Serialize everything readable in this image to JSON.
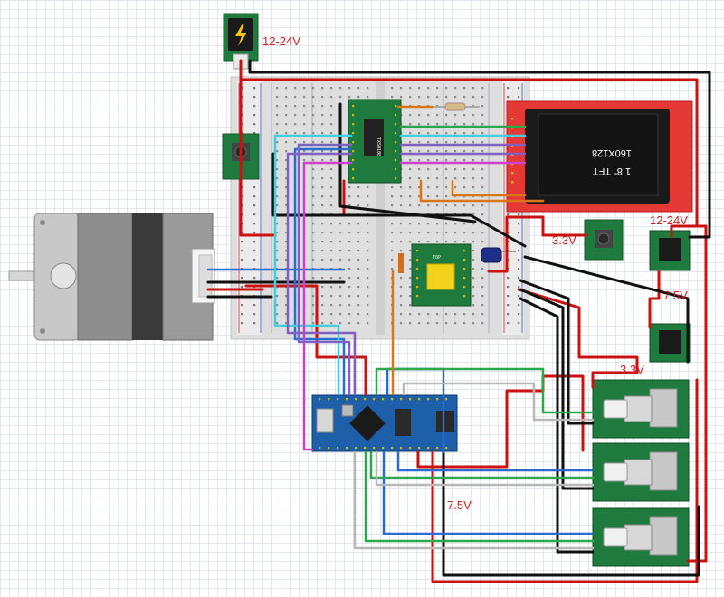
{
  "labels": {
    "jack_voltage": "12-24V",
    "reg_in_voltage": "12-24V",
    "reg1_out": "3.3V",
    "reg2_out_top": "7.5V",
    "reg2_out_bottom": "3.3V",
    "nano_vin": "7.5V"
  },
  "display": {
    "size": "1.8\" TFT",
    "resolution": "160X128"
  },
  "chips": {
    "driver_chip": "TXS0108",
    "stepper_driver": "TOP"
  },
  "colors": {
    "power": "#cc1111",
    "ground": "#111111",
    "pcb_green": "#1f7a3e",
    "display_red": "#e53935",
    "nano_blue": "#1d5fa8",
    "label_red": "#d21f1f"
  }
}
